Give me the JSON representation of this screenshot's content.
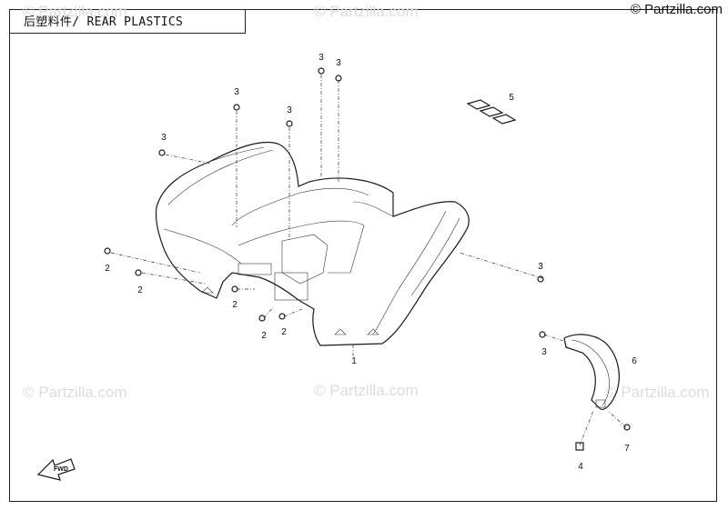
{
  "header": {
    "title": "后塑料件/ REAR PLASTICS",
    "copyright": "© Partzilla.com"
  },
  "watermark": {
    "text": "© Partzilla.com"
  },
  "callouts": {
    "c1": "1",
    "c2a": "2",
    "c2b": "2",
    "c2c": "2",
    "c2d": "2",
    "c2e": "2",
    "c3a": "3",
    "c3b": "3",
    "c3c": "3",
    "c3d": "3",
    "c3e": "3",
    "c3f": "3",
    "c3g": "3",
    "c4": "4",
    "c5": "5",
    "c6": "6",
    "c7": "7"
  },
  "fwd_label": "FWD",
  "colors": {
    "line": "#1a1a1a",
    "watermark": "#dcdcdc"
  }
}
